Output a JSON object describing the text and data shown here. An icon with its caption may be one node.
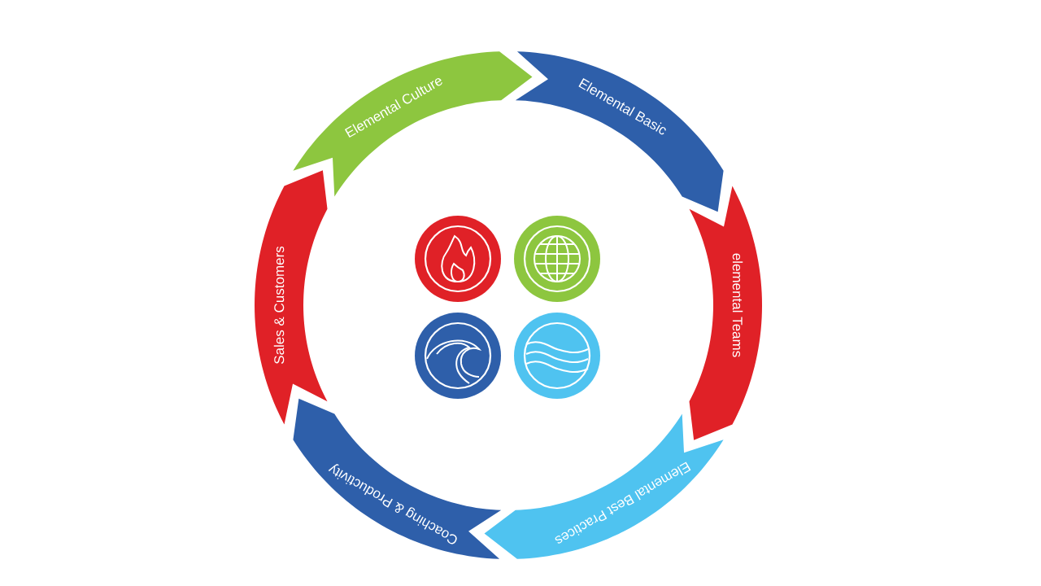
{
  "diagram": {
    "nodes": [
      {
        "text": [
          "Elemental Culture"
        ]
      },
      {
        "text": [
          "Elemental Basic"
        ]
      },
      {
        "text": [
          "elemental Teams"
        ]
      },
      {
        "text": [
          "Elemental Best Practices"
        ]
      },
      {
        "text": [
          "Coaching & Productivity"
        ]
      },
      {
        "text": [
          "Sales & Customers"
        ]
      }
    ]
  }
}
